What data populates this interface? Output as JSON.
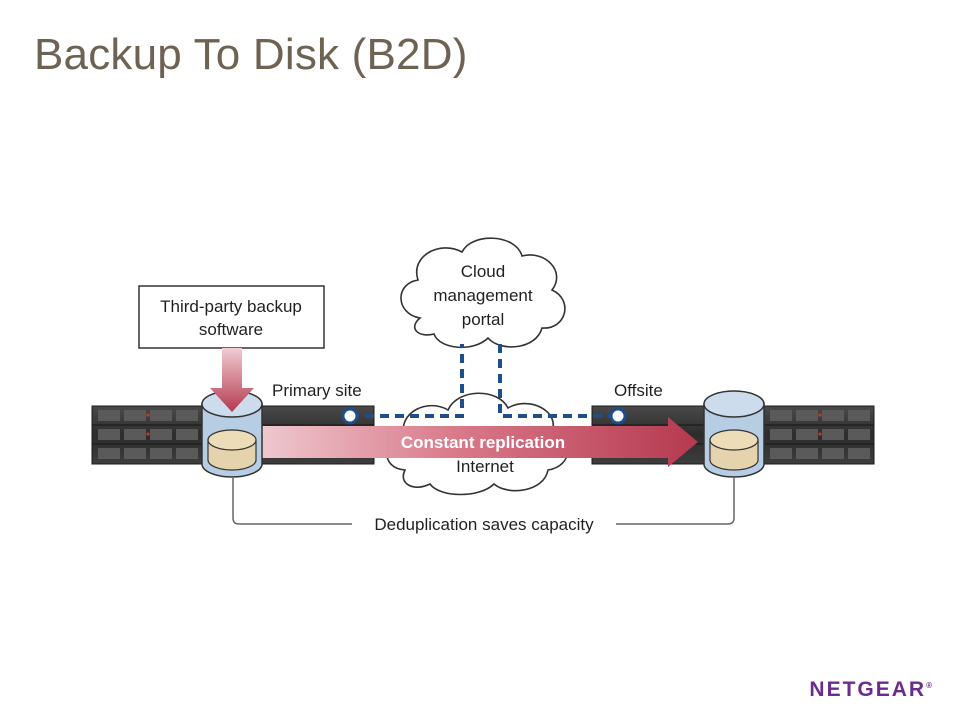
{
  "slide": {
    "title": "Backup To Disk (B2D)"
  },
  "diagram": {
    "cloud_label_lines": [
      "Cloud",
      "management",
      "portal"
    ],
    "software_box_lines": [
      "Third-party backup",
      "software"
    ],
    "primary_site_label": "Primary site",
    "offsite_label": "Offsite",
    "replication_label": "Constant replication",
    "internet_label": "Internet",
    "dedup_label": "Deduplication saves capacity"
  },
  "colors": {
    "title": "#6e6253",
    "arrow": "#b5394f",
    "dashed_link": "#1f4e8c",
    "disk_blue": "#b7cde4",
    "disk_tan": "#e5d3ad",
    "brand": "#6b2c8e"
  },
  "footer": {
    "brand": "NETGEAR",
    "brand_mark": "®"
  }
}
